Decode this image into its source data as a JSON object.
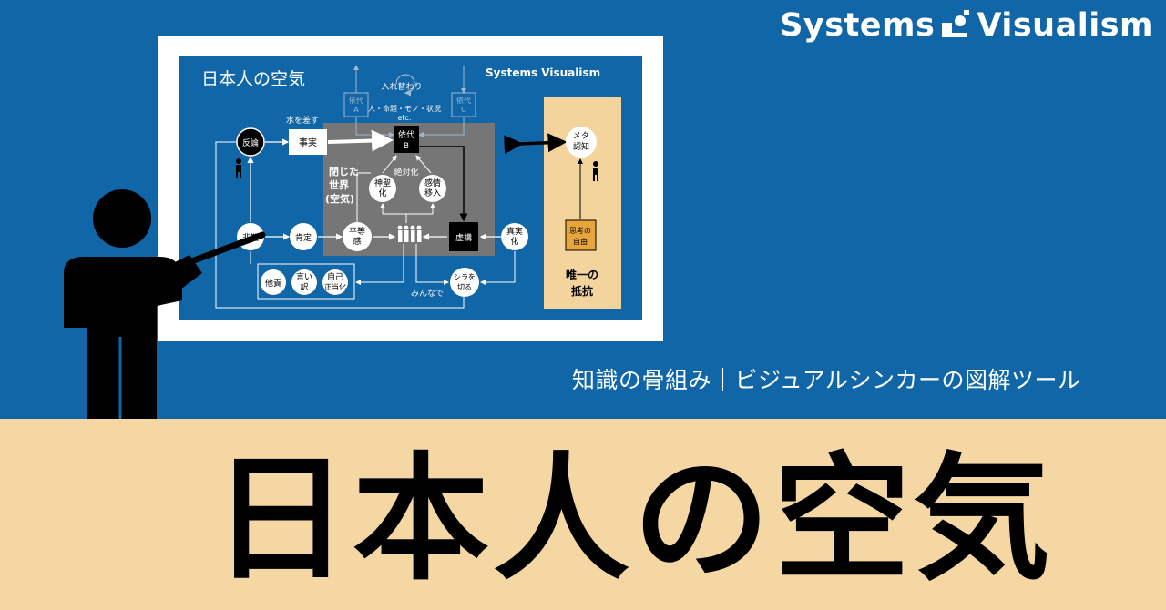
{
  "brand": {
    "name": "Systems Visualism",
    "logo_icon": "systems-visualism-logo-icon"
  },
  "subtitle": "知識の骨組み｜ビジュアルシンカーの図解ツール",
  "title": "日本人の空気",
  "colors": {
    "blue": "#1166a8",
    "beige": "#f5d7a4",
    "gray_box": "#767676",
    "resistance_box": "#f3d49c",
    "freedom_box": "#e8a53c"
  },
  "diagram": {
    "title": "日本人の空気",
    "brand": "Systems Visualism",
    "substitution": "入れ替わり",
    "substitution_note": "人・命題・モノ・状況",
    "substitution_etc": "etc.",
    "proxy_a": [
      "依代",
      "A"
    ],
    "proxy_b": [
      "依代",
      "B"
    ],
    "proxy_c": [
      "依代",
      "C"
    ],
    "water": "水を差す",
    "rebuttal": "反論",
    "fact": "事実",
    "closed_world": [
      "閉じた",
      "世界",
      "(空気)"
    ],
    "absolutize": "絶対化",
    "sanctify": [
      "神聖",
      "化"
    ],
    "empathy": [
      "感情",
      "移入"
    ],
    "criticism": "非難",
    "affirm": "肯定",
    "equality": [
      "平等",
      "感"
    ],
    "fiction": "虚構",
    "truth": [
      "真実",
      "化"
    ],
    "blame": "他責",
    "excuse": [
      "言い",
      "訳"
    ],
    "self_justify": [
      "自己",
      "正当化"
    ],
    "everyone": "みんなで",
    "feign": [
      "シラを",
      "切る"
    ],
    "meta": [
      "メタ",
      "認知"
    ],
    "freedom": [
      "思考の",
      "自由"
    ],
    "resistance": [
      "唯一の",
      "抵抗"
    ]
  }
}
